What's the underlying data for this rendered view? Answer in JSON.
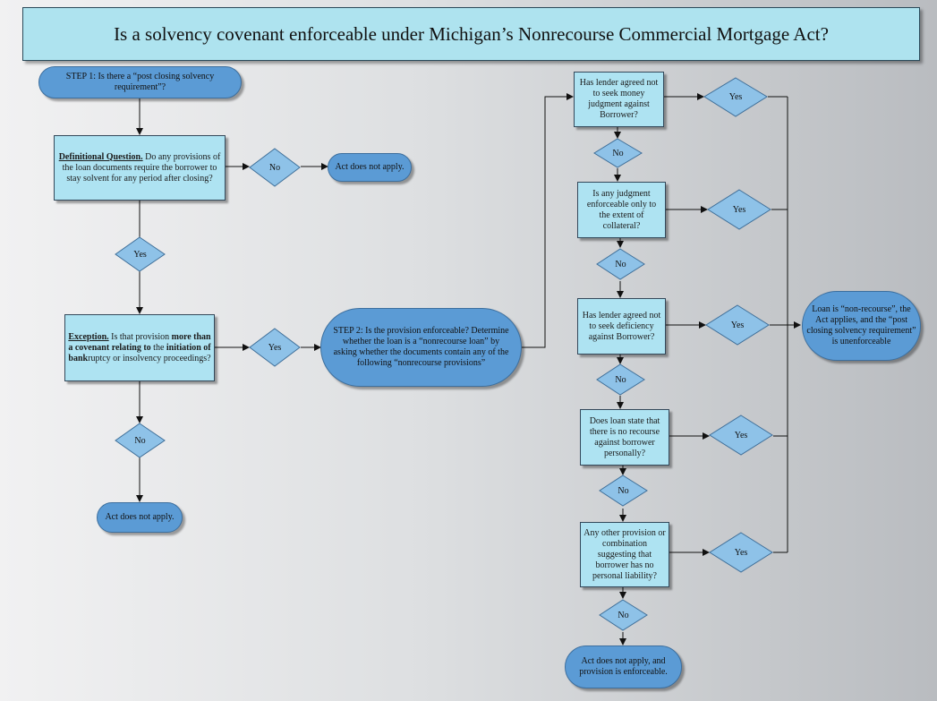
{
  "title": "Is a solvency covenant enforceable under Michigan’s Nonrecourse Commercial Mortgage Act?",
  "step1": "STEP 1: Is there a “post closing solvency requirement”?",
  "definitional": {
    "lead": "Definitional Question.",
    "text": " Do any provisions of the loan documents require the borrower to stay solvent for any period after closing?"
  },
  "exception": {
    "lead": "Exception.",
    "text1": " Is that provision ",
    "bold1": "more than a covenant relating to",
    "text2": " the ",
    "bold2": "initiation of bank",
    "text3": "ruptcy or insolvency proceedings?"
  },
  "step2": "STEP 2: Is the provision enforceable?  Determine whether the loan is a “nonrecourse loan” by asking whether the documents contain any of the following “nonrecourse provisions”",
  "act_not_apply": "Act does not apply.",
  "act_not_apply_enforceable": "Act does not apply, and provision is enforceable.",
  "conclusion": "Loan is “non-recourse”, the Act applies, and the “post closing solvency requirement” is unenforceable",
  "questions": [
    "Has lender agreed not to seek money judgment against Borrower?",
    "Is any judgment enforceable only to the extent of collateral?",
    "Has lender agreed not to seek deficiency against Borrower?",
    "Does loan state that there is no recourse against borrower personally?",
    "Any other provision or combination suggesting that borrower has no personal liability?"
  ],
  "yes": "Yes",
  "no": "No",
  "colors": {
    "box_fill": "#aee3f2",
    "pill_fill": "#5b9bd5",
    "diamond_fill": "#8ec2e8"
  }
}
